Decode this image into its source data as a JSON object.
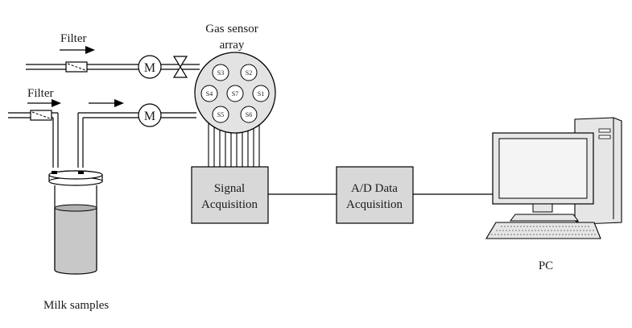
{
  "labels": {
    "filter_top": "Filter",
    "filter_left": "Filter",
    "gas_sensor_line1": "Gas sensor",
    "gas_sensor_line2": "array",
    "milk_samples": "Milk samples",
    "pc": "PC"
  },
  "pumps": [
    "M",
    "M"
  ],
  "sensors": [
    "S3",
    "S2",
    "S4",
    "S7",
    "S1",
    "S5",
    "S6"
  ],
  "boxes": {
    "signal_line1": "Signal",
    "signal_line2": "Acquisition",
    "ad_line1": "A/D Data",
    "ad_line2": "Acquisition"
  }
}
